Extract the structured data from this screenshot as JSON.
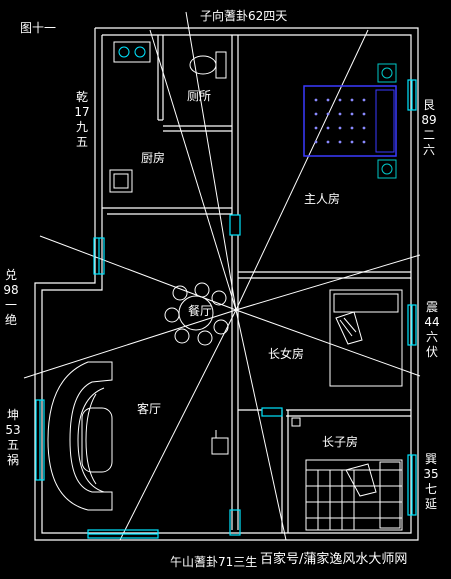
{
  "figure_label": "图十一",
  "mountain_top": "子向蓍卦62四天",
  "mountain_bottom": "午山蓍卦71三生",
  "credit": "百家号/蒲家逸风水大师网",
  "sectors": {
    "qian": "乾17九五",
    "gen": "艮89二六",
    "dui": "兑98一绝",
    "zhen": "震44六伏",
    "kun": "坤53五祸",
    "xun": "巽35七延"
  },
  "rooms": {
    "bathroom": "厕所",
    "kitchen": "厨房",
    "master_bedroom": "主人房",
    "dining": "餐厅",
    "eldest_daughter_room": "长女房",
    "living_room": "客厅",
    "eldest_son_room": "长子房"
  },
  "colors": {
    "background": "#000000",
    "walls": "#ffffff",
    "furniture": "#ffffff",
    "openings": "#00e5ff",
    "master_bed": "#3a3aff",
    "fixtures": "#00c8c8",
    "text": "#ffffff"
  }
}
